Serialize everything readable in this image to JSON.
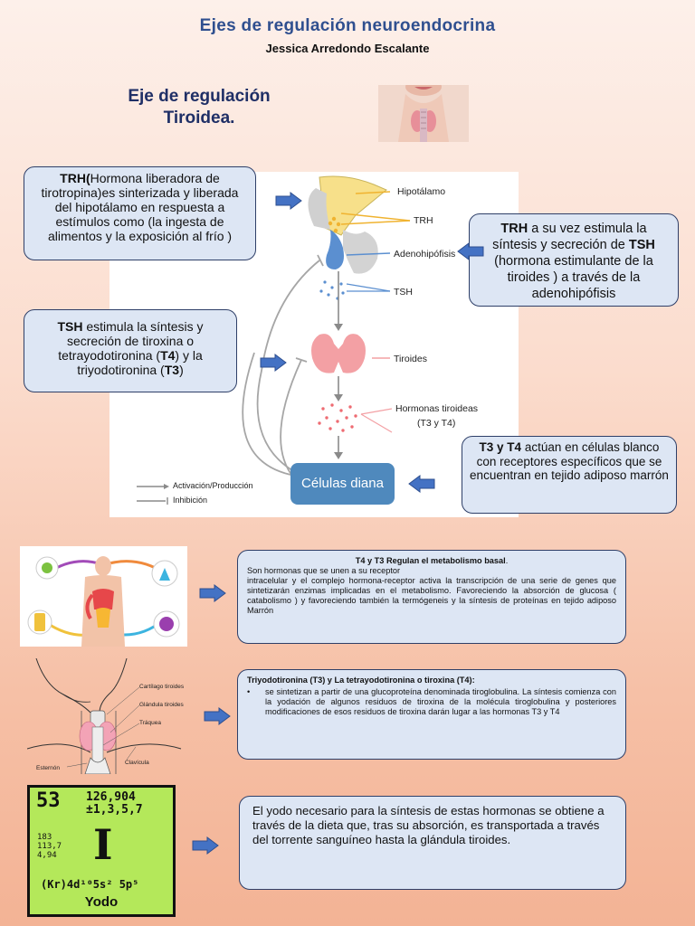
{
  "header": {
    "title": "Ejes de regulación neuroendocrina",
    "author": "Jessica Arredondo Escalante"
  },
  "section": {
    "title_line1": "Eje de regulación",
    "title_line2": "Tiroidea."
  },
  "boxes": {
    "trh": {
      "bold": "TRH(",
      "text": "Hormona liberadora de tirotropina)es sinterizada y liberada del hipotálamo en respuesta a estímulos como (la ingesta de alimentos y la exposición al frío )"
    },
    "trh_tsh": {
      "b1": "TRH",
      "t1": " a su vez estimula la síntesis y secreción de ",
      "b2": "TSH",
      "t2": " (hormona estimulante de la tiroides ) a través de la adenohipófisis"
    },
    "tsh": {
      "b1": "TSH",
      "t1": "  estimula la síntesis y secreción de tiroxina o tetrayodotironina (",
      "b2": "T4",
      "t2": ") y la triyodotironina (",
      "b3": "T3",
      "t3": ")"
    },
    "t3t4": {
      "b1": "T3 y T4",
      "t1": " actúan en células blanco con receptores específicos que se encuentran en tejido adiposo marrón"
    },
    "metabolism": {
      "header": "T4 y T3 Regulan el metabolismo basal",
      "header_tail": ".",
      "line1": "Son hormonas que se unen a su receptor",
      "body": "intracelular y el complejo hormona-receptor activa la transcripción de una serie de genes que sintetizarán enzimas implicadas en el metabolismo. Favoreciendo la absorción de glucosa ( catabolismo ) y favoreciendo también  la termógeneis   y la síntesis de proteínas en tejido adiposo  Marrón"
    },
    "synthesis": {
      "header": "Triyodotironina (T3) y La tetrayodotironina o tiroxina (T4):",
      "bullet": "•",
      "body": "se sintetizan a partir de una glucoproteína denominada tiroglobulina. La síntesis comienza con la yodación de algunos residuos de tiroxina de la molécula tiroglobulina y posteriores modificaciones de esos residuos de tiroxina darán lugar a las hormonas T3 y T4"
    },
    "iodine": {
      "text": "El yodo necesario para la síntesis de estas hormonas se obtiene a través de la dieta que, tras su absorción, es transportada a través del torrente sanguíneo hasta la glándula tiroides."
    }
  },
  "diagram": {
    "labels": {
      "hipotalamo": "Hipotálamo",
      "trh": "TRH",
      "adenohipofisis": "Adenohipófisis",
      "tsh": "TSH",
      "tiroides": "Tiroides",
      "hormonas_line1": "Hormonas tiroideas",
      "hormonas_line2": "(T3 y T4)",
      "celulas": "Células diana",
      "legend_activation": "Activación/Producción",
      "legend_inhibition": "Inhibición"
    }
  },
  "anatomy": {
    "cartilago": "Cartílago tiroides",
    "glandula": "Glándula tiroides",
    "traquea": "Tráquea",
    "clavicula": "Clavícula",
    "esternon": "Esternón"
  },
  "iodine_card": {
    "number": "53",
    "mass": "126,904",
    "oxidation": "±1,3,5,7",
    "val1": "183",
    "val2": "113,7",
    "val3": "4,94",
    "symbol": "I",
    "config": "(Kr)4d¹⁰5s² 5p⁵",
    "name": "Yodo"
  },
  "colors": {
    "title_blue": "#2f4f8f",
    "box_fill": "#dde6f4",
    "box_border": "#2e3f68",
    "arrow_blue": "#4472c4",
    "celulas_blue": "#4f89bd",
    "card_green": "#b4e85a"
  }
}
